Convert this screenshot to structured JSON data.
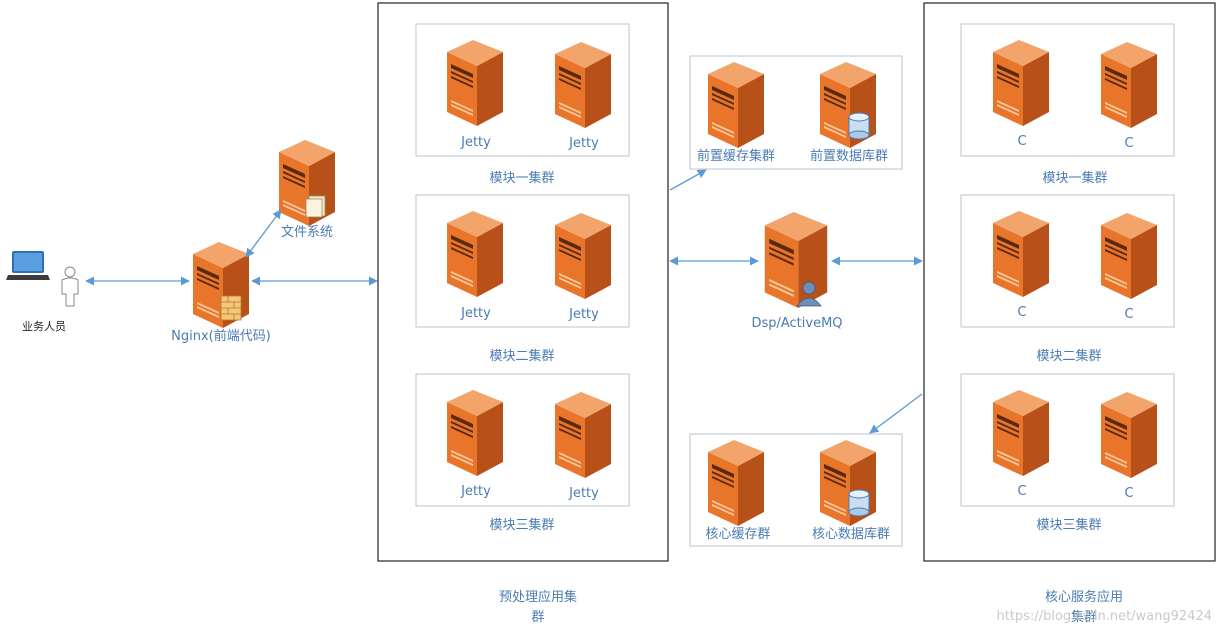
{
  "actors": {
    "user": "业务人员",
    "nginx": "Nginx(前端代码)",
    "file_system": "文件系统"
  },
  "preprocess": {
    "title_line1": "预处理应用集",
    "title_line2": "群",
    "modules": [
      {
        "label": "模块一集群",
        "servers": [
          "Jetty",
          "Jetty"
        ]
      },
      {
        "label": "模块二集群",
        "servers": [
          "Jetty",
          "Jetty"
        ]
      },
      {
        "label": "模块三集群",
        "servers": [
          "Jetty",
          "Jetty"
        ]
      }
    ]
  },
  "front_cluster": {
    "cache": "前置缓存集群",
    "db": "前置数据库群"
  },
  "mq": {
    "label": "Dsp/ActiveMQ"
  },
  "core_cluster": {
    "cache": "核心缓存群",
    "db": "核心数据库群"
  },
  "core_service": {
    "title_line1": "核心服务应用",
    "title_line2": "集群",
    "modules": [
      {
        "label": "模块一集群",
        "servers": [
          "C",
          "C"
        ]
      },
      {
        "label": "模块二集群",
        "servers": [
          "C",
          "C"
        ]
      },
      {
        "label": "模块三集群",
        "servers": [
          "C",
          "C"
        ]
      }
    ]
  },
  "watermark": "https://blog.csdn.net/wang92424",
  "colors": {
    "server_face": "#e8752a",
    "server_side": "#b8501a",
    "server_top": "#f3a46a",
    "arrow": "#5b9bd5",
    "label": "#4a7bb5"
  }
}
